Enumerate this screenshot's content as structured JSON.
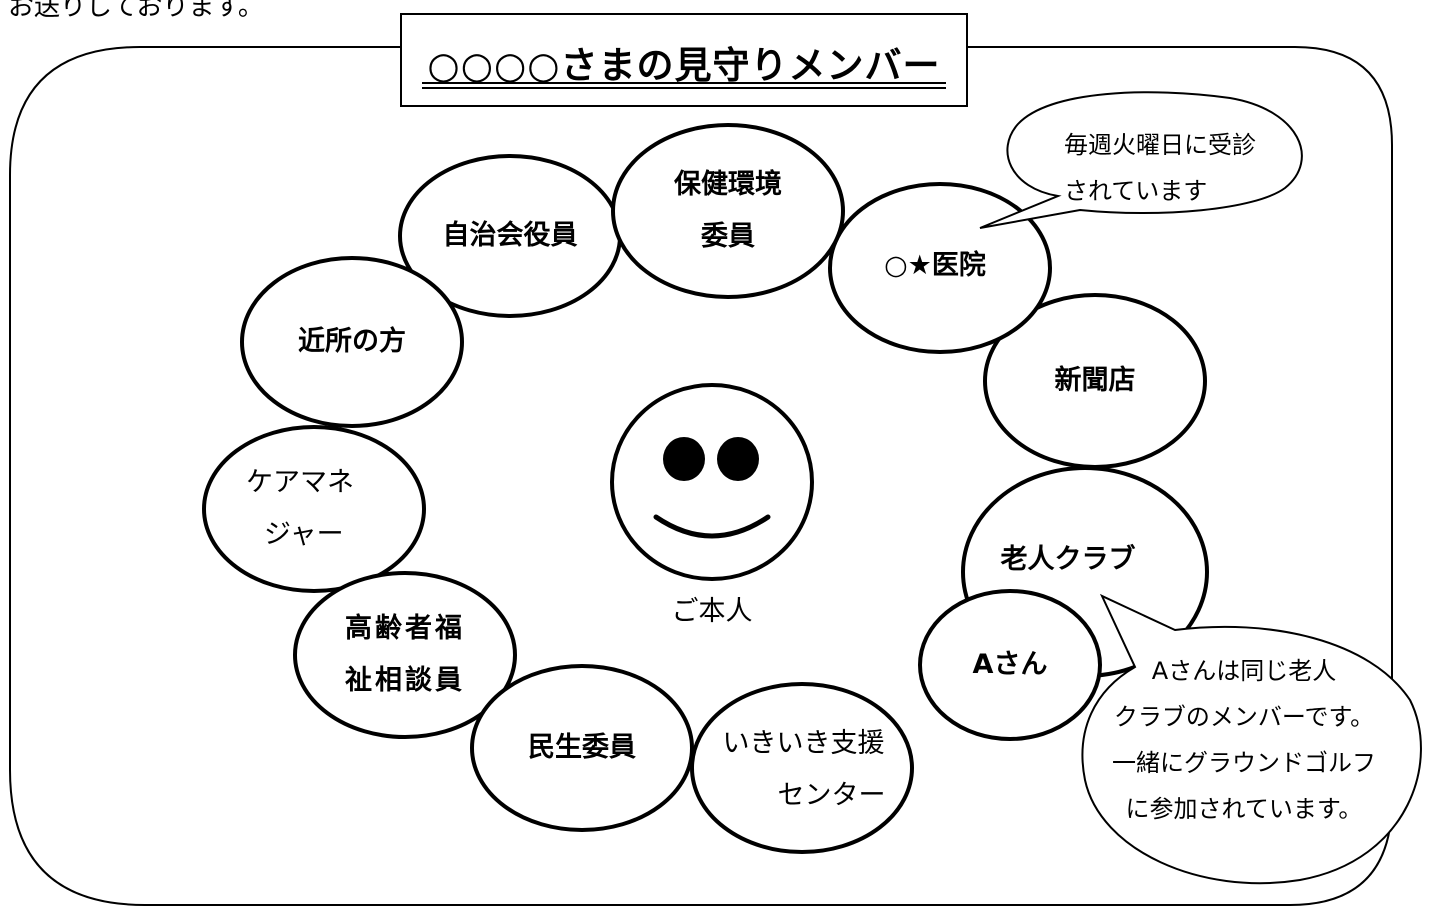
{
  "top_text": "お送りしております。",
  "title": "○○○○さまの見守りメンバー",
  "center": {
    "label": "ご本人"
  },
  "members": [
    {
      "id": "jichikai",
      "name": "自治会役員"
    },
    {
      "id": "hoken",
      "name": "保健環境委員",
      "lines": [
        "保健環境",
        "委員"
      ]
    },
    {
      "id": "iin",
      "name": "○★医院"
    },
    {
      "id": "shinbun",
      "name": "新聞店"
    },
    {
      "id": "kinjo",
      "name": "近所の方"
    },
    {
      "id": "caremanager",
      "name": "ケアマネジャー",
      "lines": [
        "ケアマネ",
        "ジャー"
      ]
    },
    {
      "id": "roujin",
      "name": "老人クラブ"
    },
    {
      "id": "a-san",
      "name": "Aさん"
    },
    {
      "id": "koureisha",
      "name": "高齢者福祉相談員",
      "lines": [
        "高齢者福",
        "祉相談員"
      ]
    },
    {
      "id": "minsei",
      "name": "民生委員"
    },
    {
      "id": "ikiiki",
      "name": "いきいき支援センター",
      "lines": [
        "いきいき支援",
        "センター"
      ]
    }
  ],
  "callouts": [
    {
      "id": "iin-note",
      "lines": [
        "毎週火曜日に受診",
        "されています"
      ]
    },
    {
      "id": "a-san-note",
      "lines": [
        "Aさんは同じ老人",
        "クラブのメンバーです。",
        "一緒にグラウンドゴルフ",
        "に参加されています。"
      ]
    }
  ]
}
